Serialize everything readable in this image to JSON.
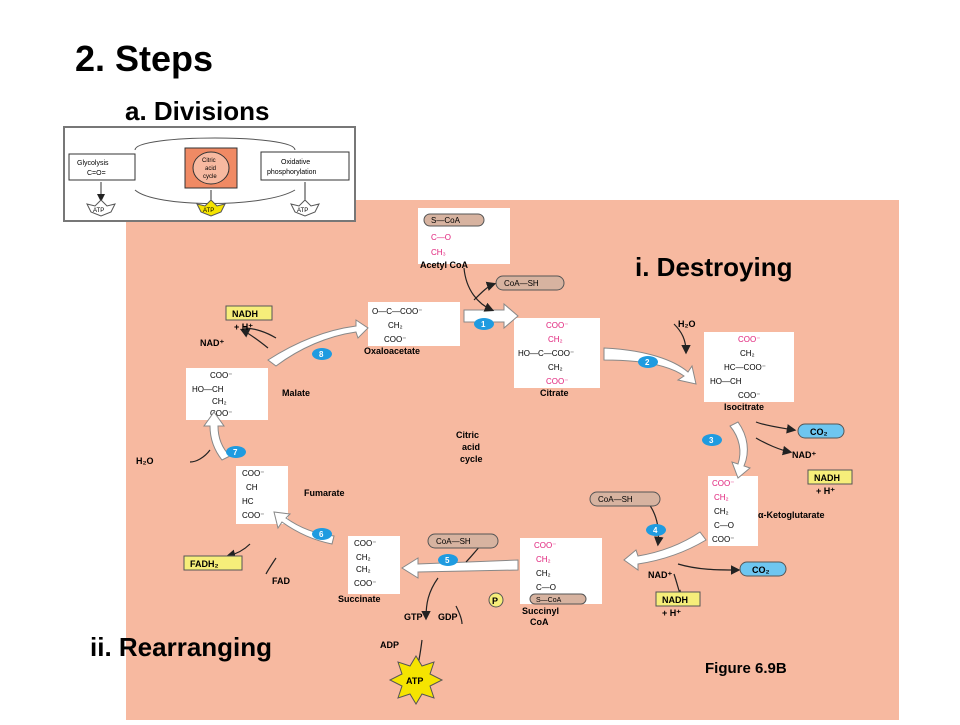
{
  "heading": {
    "title": "2. Steps",
    "divisions": "a. Divisions",
    "destroying": "i. Destroying",
    "rearranging": "ii. Rearranging",
    "figure": "Figure 6.9B"
  },
  "inset": {
    "glycolysis": [
      "Glycolysis",
      "C=O="
    ],
    "citric": [
      "Citric",
      "acid",
      "cycle"
    ],
    "oxphos": [
      "Oxidative",
      "phosphorylation"
    ],
    "atp": "ATP"
  },
  "cycle": {
    "center": [
      "Citric",
      "acid",
      "cycle"
    ],
    "compounds": {
      "acetyl_coa": "Acetyl CoA",
      "citrate": "Citrate",
      "isocitrate": "Isocitrate",
      "ketoglutarate": "α-Ketoglutarate",
      "succinyl_coa": [
        "Succinyl",
        "CoA"
      ],
      "succinate": "Succinate",
      "fumarate": "Fumarate",
      "malate": "Malate",
      "oxaloacetate": "Oxaloacetate"
    },
    "cofactors": {
      "coa_sh": "CoA—SH",
      "s_coa": "S—CoA",
      "h2o": "H₂O",
      "nad": "NAD⁺",
      "nadh": "NADH",
      "h_plus": "+ H⁺",
      "co2": "CO₂",
      "fad": "FAD",
      "fadh2": "FADH₂",
      "gtp": "GTP",
      "gdp": "GDP",
      "adp": "ADP",
      "atp": "ATP",
      "pi": "P"
    },
    "steps": [
      "1",
      "2",
      "3",
      "4",
      "5",
      "6",
      "7",
      "8"
    ],
    "colors": {
      "panel": "#f7b9a0",
      "step": "#1f9be0",
      "nadh": "#f6ee7a",
      "co2": "#6ec6f0",
      "carbon": "#e0207a",
      "atp": "#f5e400"
    }
  }
}
